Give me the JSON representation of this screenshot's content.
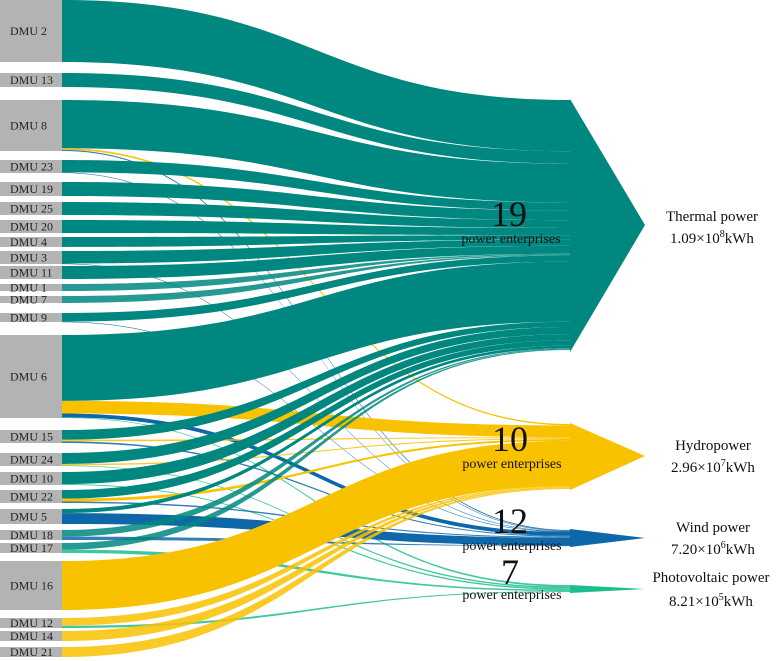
{
  "colors": {
    "thermal": "#00877F",
    "hydro": "#F9C200",
    "wind": "#0E67A8",
    "photovoltaic": "#1DBE8E",
    "node": "#B3B3B3"
  },
  "sources": [
    {
      "id": "DMU 2",
      "label": "DMU 2"
    },
    {
      "id": "DMU 13",
      "label": "DMU 13"
    },
    {
      "id": "DMU 8",
      "label": "DMU 8"
    },
    {
      "id": "DMU 23",
      "label": "DMU 23"
    },
    {
      "id": "DMU 19",
      "label": "DMU 19"
    },
    {
      "id": "DMU 25",
      "label": "DMU 25"
    },
    {
      "id": "DMU 20",
      "label": "DMU 20"
    },
    {
      "id": "DMU 4",
      "label": "DMU 4"
    },
    {
      "id": "DMU 3",
      "label": "DMU 3"
    },
    {
      "id": "DMU 11",
      "label": "DMU 11"
    },
    {
      "id": "DMU 1",
      "label": "DMU 1"
    },
    {
      "id": "DMU 7",
      "label": "DMU 7"
    },
    {
      "id": "DMU 9",
      "label": "DMU 9"
    },
    {
      "id": "DMU 6",
      "label": "DMU 6"
    },
    {
      "id": "DMU 15",
      "label": "DMU 15"
    },
    {
      "id": "DMU 24",
      "label": "DMU 24"
    },
    {
      "id": "DMU 10",
      "label": "DMU 10"
    },
    {
      "id": "DMU 22",
      "label": "DMU 22"
    },
    {
      "id": "DMU 5",
      "label": "DMU 5"
    },
    {
      "id": "DMU 18",
      "label": "DMU 18"
    },
    {
      "id": "DMU 17",
      "label": "DMU 17"
    },
    {
      "id": "DMU 16",
      "label": "DMU 16"
    },
    {
      "id": "DMU 12",
      "label": "DMU 12"
    },
    {
      "id": "DMU 14",
      "label": "DMU 14"
    },
    {
      "id": "DMU 21",
      "label": "DMU 21"
    }
  ],
  "targets": {
    "thermal": {
      "name": "Thermal power",
      "value_mantissa": "1.09×10",
      "value_exp": "8",
      "value_unit": "kWh",
      "count": "19",
      "count_label": "power enterprises"
    },
    "hydro": {
      "name": "Hydropower",
      "value_mantissa": "2.96×10",
      "value_exp": "7",
      "value_unit": "kWh",
      "count": "10",
      "count_label": "power enterprises"
    },
    "wind": {
      "name": "Wind power",
      "value_mantissa": "7.20×10",
      "value_exp": "6",
      "value_unit": "kWh",
      "count": "12",
      "count_label": "power enterprises"
    },
    "photovoltaic": {
      "name": "Photovoltaic power",
      "value_mantissa": "8.21×10",
      "value_exp": "5",
      "value_unit": "kWh",
      "count": "7",
      "count_label": "power enterprises"
    }
  },
  "flows": [
    {
      "source": "DMU 2",
      "target": "thermal",
      "value": 58
    },
    {
      "source": "DMU 13",
      "target": "thermal",
      "value": 14
    },
    {
      "source": "DMU 8",
      "target": "thermal",
      "value": 44
    },
    {
      "source": "DMU 8",
      "target": "hydro",
      "value": 1.5
    },
    {
      "source": "DMU 8",
      "target": "wind",
      "value": 1
    },
    {
      "source": "DMU 23",
      "target": "thermal",
      "value": 9
    },
    {
      "source": "DMU 23",
      "target": "wind",
      "value": 0.5
    },
    {
      "source": "DMU 19",
      "target": "thermal",
      "value": 11
    },
    {
      "source": "DMU 25",
      "target": "thermal",
      "value": 9
    },
    {
      "source": "DMU 20",
      "target": "thermal",
      "value": 8
    },
    {
      "source": "DMU 4",
      "target": "thermal",
      "value": 5
    },
    {
      "source": "DMU 3",
      "target": "thermal",
      "value": 7
    },
    {
      "source": "DMU 3",
      "target": "wind",
      "value": 0.3
    },
    {
      "source": "DMU 11",
      "target": "thermal",
      "value": 9
    },
    {
      "source": "DMU 1",
      "target": "thermal",
      "value": 1
    },
    {
      "source": "DMU 7",
      "target": "thermal",
      "value": 1
    },
    {
      "source": "DMU 9",
      "target": "thermal",
      "value": 7
    },
    {
      "source": "DMU 9",
      "target": "wind",
      "value": 0.3
    },
    {
      "source": "DMU 6",
      "target": "thermal",
      "value": 68
    },
    {
      "source": "DMU 6",
      "target": "hydro",
      "value": 13
    },
    {
      "source": "DMU 6",
      "target": "wind",
      "value": 4
    },
    {
      "source": "DMU 6",
      "target": "photovoltaic",
      "value": 0.6
    },
    {
      "source": "DMU 15",
      "target": "thermal",
      "value": 6
    },
    {
      "source": "DMU 15",
      "target": "hydro",
      "value": 1
    },
    {
      "source": "DMU 15",
      "target": "wind",
      "value": 1
    },
    {
      "source": "DMU 24",
      "target": "thermal",
      "value": 8
    },
    {
      "source": "DMU 24",
      "target": "hydro",
      "value": 1
    },
    {
      "source": "DMU 24",
      "target": "photovoltaic",
      "value": 0.5
    },
    {
      "source": "DMU 10",
      "target": "thermal",
      "value": 7
    },
    {
      "source": "DMU 10",
      "target": "photovoltaic",
      "value": 0.5
    },
    {
      "source": "DMU 22",
      "target": "thermal",
      "value": 6
    },
    {
      "source": "DMU 22",
      "target": "hydro",
      "value": 2
    },
    {
      "source": "DMU 22",
      "target": "wind",
      "value": 1
    },
    {
      "source": "DMU 5",
      "target": "thermal",
      "value": 3
    },
    {
      "source": "DMU 5",
      "target": "wind",
      "value": 8
    },
    {
      "source": "DMU 18",
      "target": "thermal",
      "value": 1
    },
    {
      "source": "DMU 18",
      "target": "wind",
      "value": 0.5
    },
    {
      "source": "DMU 17",
      "target": "thermal",
      "value": 1
    },
    {
      "source": "DMU 17",
      "target": "photovoltaic",
      "value": 0.5
    },
    {
      "source": "DMU 16",
      "target": "hydro",
      "value": 50
    },
    {
      "source": "DMU 12",
      "target": "hydro",
      "value": 1
    },
    {
      "source": "DMU 12",
      "target": "photovoltaic",
      "value": 0.3
    },
    {
      "source": "DMU 14",
      "target": "hydro",
      "value": 1
    },
    {
      "source": "DMU 21",
      "target": "hydro",
      "value": 1
    }
  ]
}
